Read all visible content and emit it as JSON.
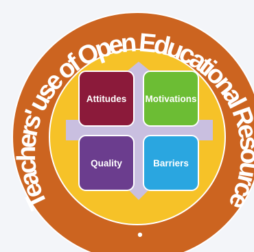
{
  "ring": {
    "text": "Teachers' use of Open Educational Resources",
    "bullet": "•"
  },
  "quadrants": {
    "top_left": {
      "label": "Attitudes",
      "color": "#8b1a3a"
    },
    "top_right": {
      "label": "Motivations",
      "color": "#6cbd34"
    },
    "bottom_left": {
      "label": "Quality",
      "color": "#6b3d8e"
    },
    "bottom_right": {
      "label": "Barriers",
      "color": "#2aa6e0"
    }
  },
  "colors": {
    "outer_ring": "#cc6420",
    "inner_disc": "#f6c228",
    "cross": "#c9bfe0",
    "ring_text": "#ffffff"
  }
}
